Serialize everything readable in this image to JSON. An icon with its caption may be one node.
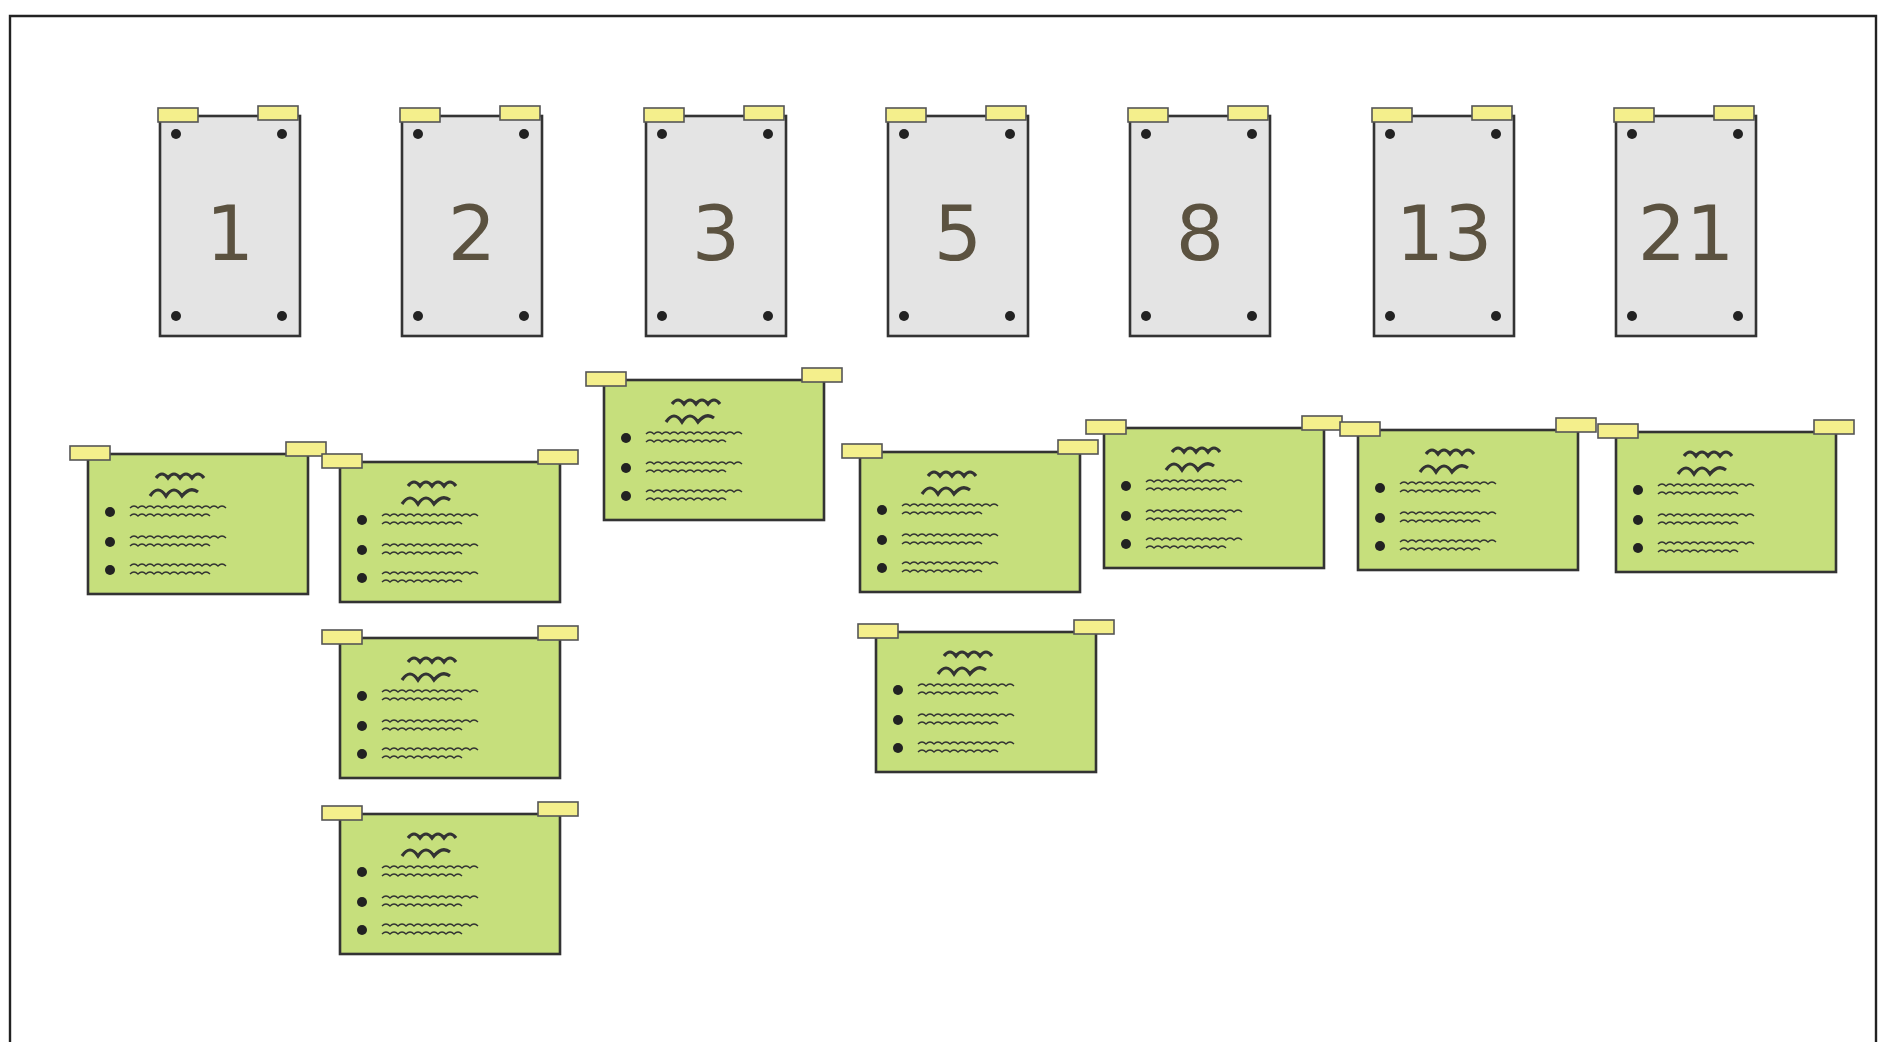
{
  "diagram": {
    "nodes": [
      {
        "text": [
          "1"
        ]
      },
      {
        "text": [
          "2"
        ]
      },
      {
        "text": [
          "3"
        ]
      },
      {
        "text": [
          "5"
        ]
      },
      {
        "text": [
          "8"
        ]
      },
      {
        "text": [
          "13"
        ]
      },
      {
        "text": [
          "21"
        ]
      },
      {
        "text": [],
        "shape": "box"
      },
      {
        "text": [],
        "shape": "box"
      },
      {
        "text": [],
        "shape": "box"
      },
      {
        "text": [],
        "shape": "box"
      },
      {
        "text": [],
        "shape": "box"
      },
      {
        "text": [],
        "shape": "box"
      },
      {
        "text": [],
        "shape": "box"
      },
      {
        "text": [],
        "shape": "box"
      },
      {
        "text": [],
        "shape": "box"
      },
      {
        "text": [],
        "shape": "box"
      }
    ]
  }
}
